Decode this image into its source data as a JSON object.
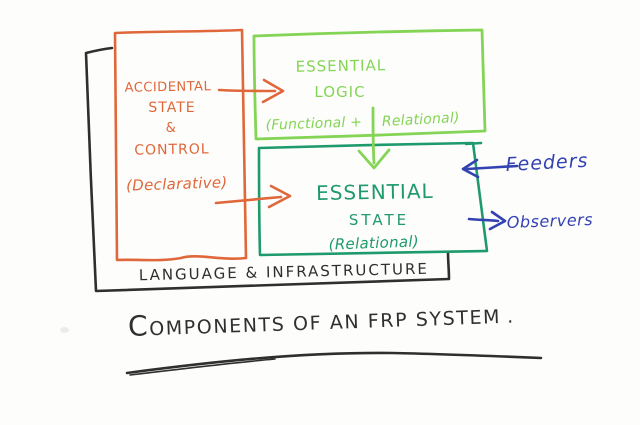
{
  "title": {
    "text": "COMPONENTS OF AN FRP SYSTEM",
    "period": "."
  },
  "outer_box": {
    "label": "LANGUAGE & INFRASTRUCTURE"
  },
  "accidental_box": {
    "lines": [
      "ACCIDENTAL",
      "STATE",
      "&",
      "CONTROL"
    ],
    "subtitle": "(Declarative)"
  },
  "essential_logic_box": {
    "line1": "ESSENTIAL",
    "line2": "LOGIC",
    "sub_left": "(Functional +",
    "sub_right": "Relational)"
  },
  "essential_state_box": {
    "line1": "ESSENTIAL",
    "line2": "STATE",
    "subtitle": "(Relational)"
  },
  "annotations": {
    "feeders": "Feeders",
    "observers": "Observers"
  },
  "colors": {
    "ink": "#2f2f2f",
    "orange": "#e0673a",
    "light-green": "#84d455",
    "teal": "#1f9a6c",
    "blue": "#3342b2",
    "paper": "#fdfdfc"
  }
}
